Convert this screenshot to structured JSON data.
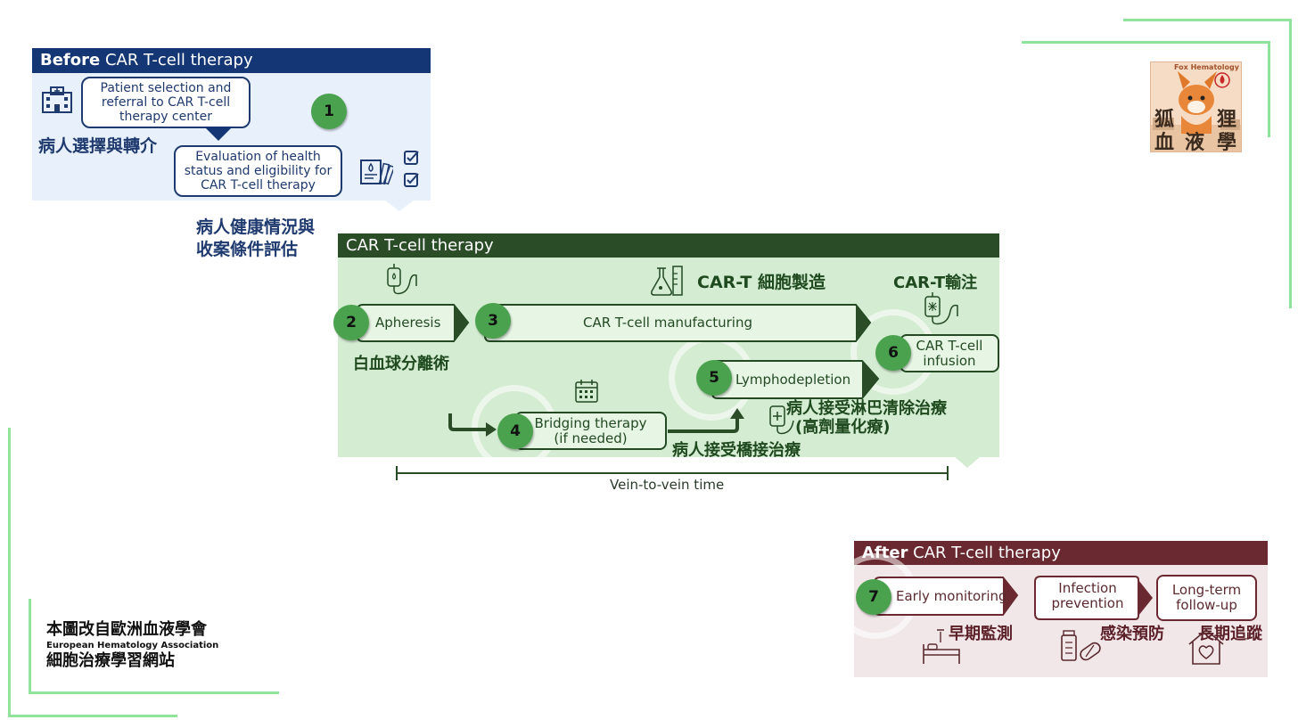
{
  "before": {
    "header_bold": "Before",
    "header_rest": " CAR T-cell therapy",
    "box1": "Patient selection and referral to CAR T-cell therapy center",
    "box2": "Evaluation of health status and eligibility for CAR T-cell therapy",
    "zh1": "病人選擇與轉介",
    "zh2_line1": "病人健康情況與",
    "zh2_line2": "收案條件評估"
  },
  "steps": {
    "s1": "1",
    "s2": "2",
    "s3": "3",
    "s4": "4",
    "s5": "5",
    "s6": "6",
    "s7": "7"
  },
  "cart": {
    "header": "CAR T-cell therapy",
    "apheresis": "Apheresis",
    "manufacturing": "CAR T-cell manufacturing",
    "bridging_line1": "Bridging therapy",
    "bridging_line2": "(if needed)",
    "lymphodepletion": "Lymphodepletion",
    "infusion_line1": "CAR T-cell",
    "infusion_line2": "infusion",
    "zh_manufacturing": "CAR-T 細胞製造",
    "zh_infusion": "CAR-T輸注",
    "zh_apheresis": "白血球分離術",
    "zh_lympho_line1": "病人接受淋巴清除治療",
    "zh_lympho_line2": "(高劑量化療)",
    "zh_bridging": "病人接受橋接治療",
    "vein_to_vein": "Vein-to-vein time"
  },
  "after": {
    "header_bold": "After",
    "header_rest": " CAR T-cell therapy",
    "early": "Early monitoring",
    "infection_line1": "Infection",
    "infection_line2": "prevention",
    "followup_line1": "Long-term",
    "followup_line2": "follow-up",
    "zh_early": "早期監測",
    "zh_infection": "感染預防",
    "zh_followup": "長期追蹤"
  },
  "credit": {
    "line1": "本圖改自歐洲血液學會",
    "line2": "European Hematology Association",
    "line3": "細胞治療學習網站"
  },
  "logo": {
    "top_text": "Fox Hematology",
    "c1": "狐",
    "c2": "狸",
    "c3": "血",
    "c4": "液",
    "c5": "學"
  },
  "colors": {
    "before_navy": "#143674",
    "cart_green": "#2a4c27",
    "after_maroon": "#6a2930",
    "step_green": "#4aa24e",
    "frame_green": "#8fe39a"
  }
}
